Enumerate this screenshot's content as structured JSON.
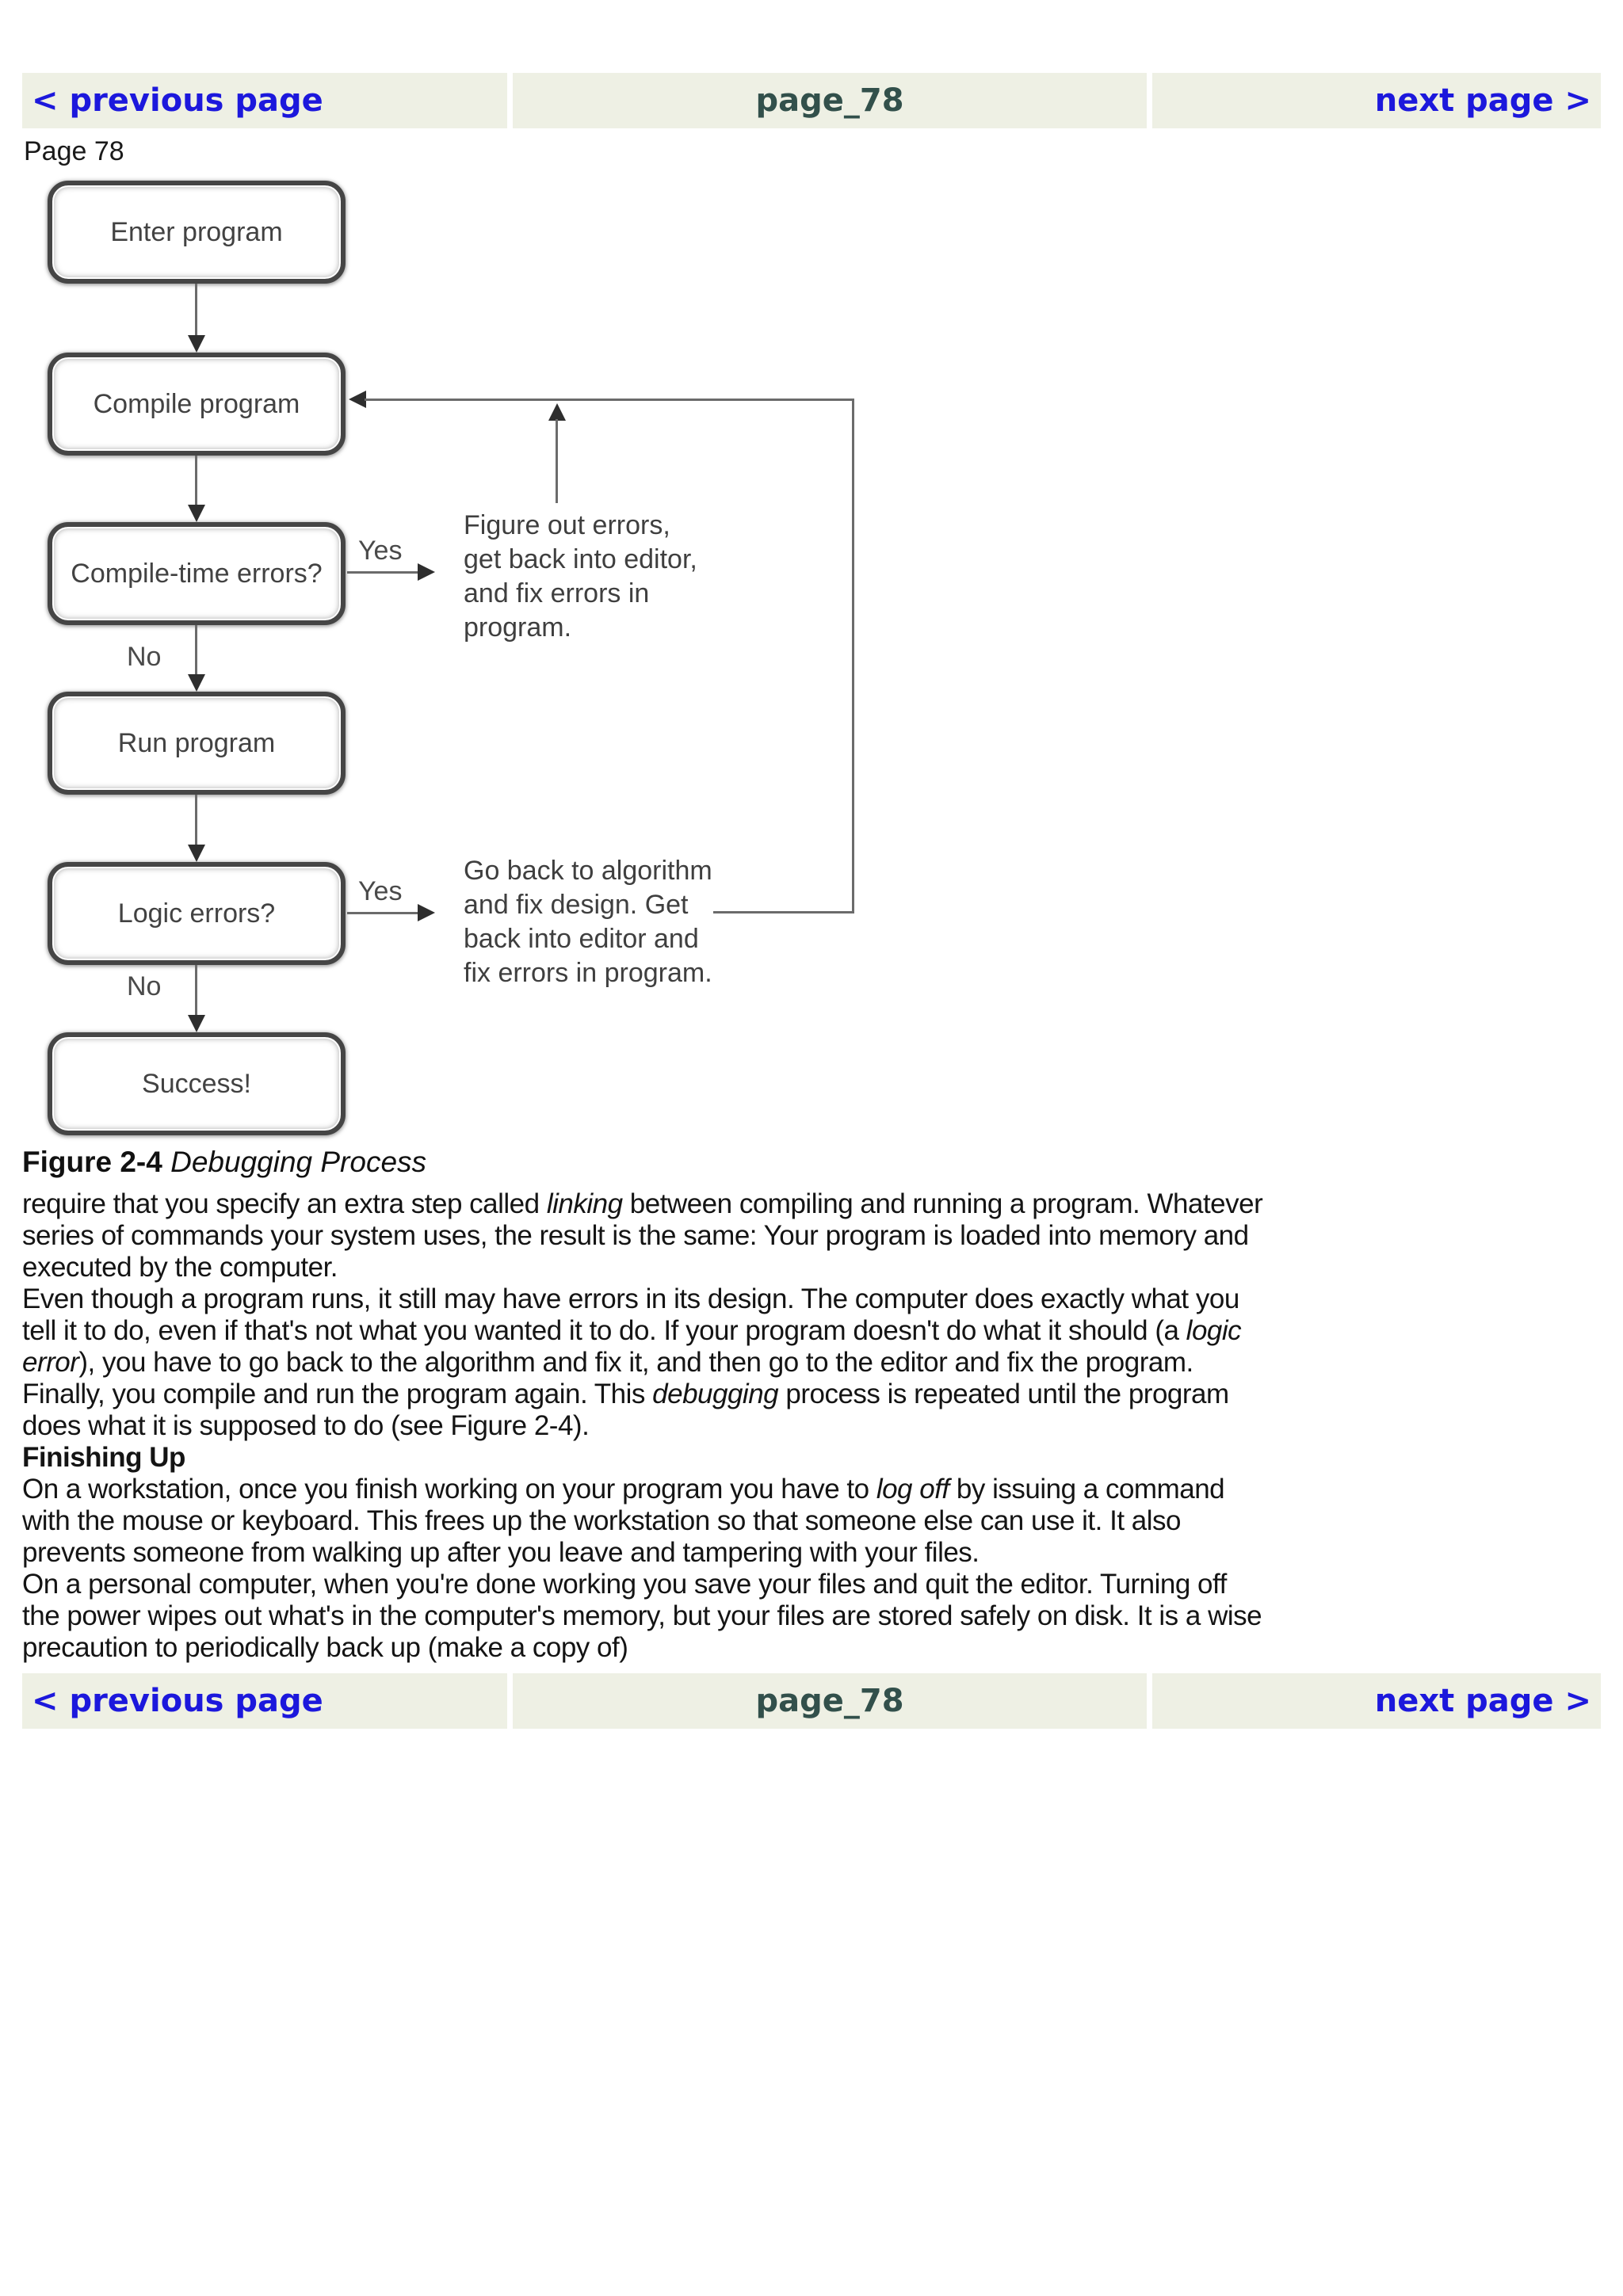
{
  "page": {
    "title_label": "Page 78"
  },
  "nav": {
    "previous_label": "< previous page",
    "page_label": "page_78",
    "next_label": "next page >"
  },
  "colors": {
    "nav_bg": "#eef0e4",
    "link_blue": "#1c18dc",
    "page_num": "#32504b",
    "body_text": "#141414",
    "figure_ink": "#454545",
    "line_gray": "#6b6b6b",
    "arrow_ink": "#2e2e2e"
  },
  "figure": {
    "caption_bold": "Figure 2-4 ",
    "caption_italic": "Debugging Process",
    "yes_label": "Yes",
    "no_label": "No",
    "boxes": [
      {
        "label": "Enter program"
      },
      {
        "label": "Compile program"
      },
      {
        "label": "Compile-time errors?"
      },
      {
        "label": "Run program"
      },
      {
        "label": "Logic errors?"
      },
      {
        "label": "Success!"
      }
    ],
    "annotations": [
      {
        "lines": [
          "Figure out errors,",
          "get back into editor,",
          "and fix errors in",
          "program."
        ]
      },
      {
        "lines": [
          "Go back to algorithm",
          "and fix design. Get",
          "back into editor and",
          "fix errors in program."
        ]
      }
    ]
  },
  "body": {
    "paragraphs": [
      {
        "lines": [
          [
            {
              "t": "require that you specify an extra step called "
            },
            {
              "t": "linking",
              "i": true
            },
            {
              "t": " between compiling and running a program. Whatever"
            }
          ],
          [
            {
              "t": "series of commands your system uses, the result is the same: Your program is loaded into memory and"
            }
          ],
          [
            {
              "t": "executed by the computer."
            }
          ]
        ]
      },
      {
        "lines": [
          [
            {
              "t": "Even though a program runs, it still may have errors in its design. The computer does exactly what you"
            }
          ],
          [
            {
              "t": "tell it to do, even if that's not what you wanted it to do. If your program doesn't do what it should (a "
            },
            {
              "t": "logic",
              "i": true
            }
          ],
          [
            {
              "t": "error",
              "i": true
            },
            {
              "t": "), you have to go back to the algorithm and fix it, and then go to the editor and fix the program."
            }
          ],
          [
            {
              "t": "Finally, you compile and run the program again. This "
            },
            {
              "t": "debugging",
              "i": true
            },
            {
              "t": " process is repeated until the program"
            }
          ],
          [
            {
              "t": "does what it is supposed to do (see Figure 2-4)."
            }
          ]
        ]
      },
      {
        "heading": true,
        "lines": [
          [
            {
              "t": "Finishing Up",
              "b": true
            }
          ]
        ]
      },
      {
        "lines": [
          [
            {
              "t": "On a workstation, once you finish working on your program you have to "
            },
            {
              "t": "log off",
              "i": true
            },
            {
              "t": " by issuing a command"
            }
          ],
          [
            {
              "t": "with the mouse or keyboard. This frees up the workstation so that someone else can use it. It also"
            }
          ],
          [
            {
              "t": "prevents someone from walking up after you leave and tampering with your files."
            }
          ]
        ]
      },
      {
        "lines": [
          [
            {
              "t": "On a personal computer, when you're done working you save your files and quit the editor. Turning off"
            }
          ],
          [
            {
              "t": "the power wipes out what's in the computer's memory, but your files are stored safely on disk. It is a wise"
            }
          ],
          [
            {
              "t": "precaution to periodically back up (make a copy of)"
            }
          ]
        ]
      }
    ]
  }
}
